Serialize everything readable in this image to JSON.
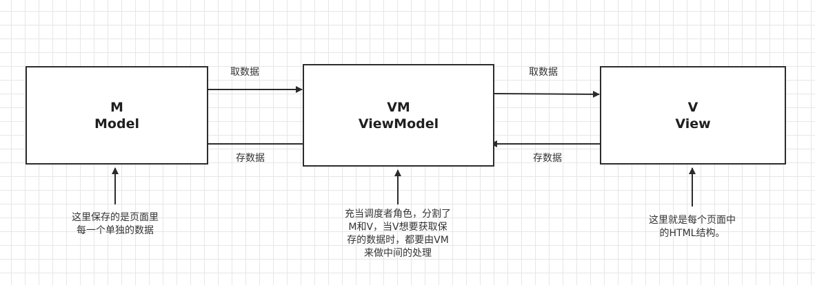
{
  "boxes": {
    "m": {
      "line1": "M",
      "line2": "Model"
    },
    "vm": {
      "line1": "VM",
      "line2": "ViewModel"
    },
    "v": {
      "line1": "V",
      "line2": "View"
    }
  },
  "edges": {
    "get_left": "取数据",
    "store_left": "存数据",
    "get_right": "取数据",
    "store_right": "存数据"
  },
  "notes": {
    "m": [
      "这里保存的是页面里",
      "每一个单独的数据"
    ],
    "vm": [
      "充当调度者角色，分割了",
      "M和V，当V想要获取保",
      "存的数据时，都要由VM",
      "来做中间的处理"
    ],
    "v": [
      "这里就是每个页面中",
      "的HTML结构。"
    ]
  }
}
